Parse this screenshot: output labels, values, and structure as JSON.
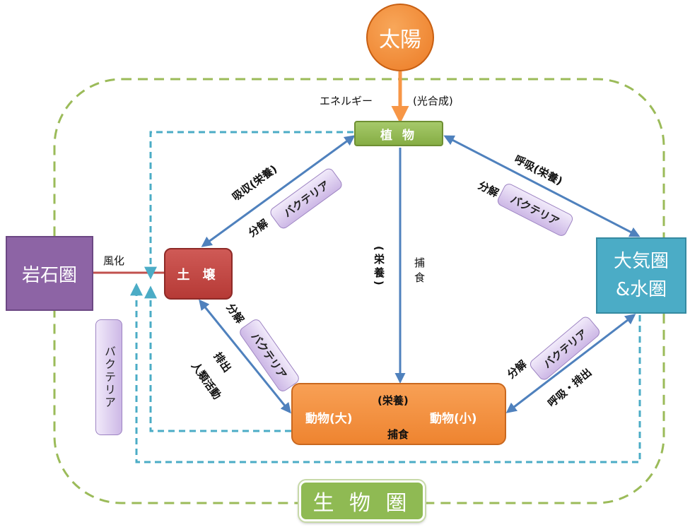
{
  "nodes": {
    "sun": "太陽",
    "plant": "植 物",
    "soil": "土 壌",
    "rock": "岩石圏",
    "atmo_line1": "大気圏",
    "atmo_line2": "&水圏",
    "animal_large": "動物(大)",
    "animal_small": "動物(小)",
    "animal_top": "(栄養)",
    "animal_bottom": "捕食",
    "biosphere": "生 物 圏"
  },
  "labels": {
    "energy": "エネルギー",
    "photosynthesis": "(光合成)",
    "weathering": "風化",
    "absorb": "吸収(栄養)",
    "respire": "呼吸(栄養)",
    "decomp_1": "分解",
    "decomp_2": "分解",
    "decomp_3": "分解",
    "decomp_4": "分解",
    "nutrition_vertical": "(栄養)",
    "predation_vertical": "捕食",
    "excretion": "排出",
    "human_activity": "人類活動",
    "respire_excrete": "呼吸・排出"
  },
  "bacteria": {
    "b1": "バクテリア",
    "b2": "バクテリア",
    "b3": "バクテリア",
    "b4": "バクテリア",
    "b_vertical": "バクテリア"
  },
  "colors": {
    "arrow_blue": "#4f81bd",
    "dashed_cyan": "#4bacc6",
    "dashed_green": "#9bbb59",
    "sun_arrow": "#f79646",
    "weathering_line": "#c0504d"
  }
}
